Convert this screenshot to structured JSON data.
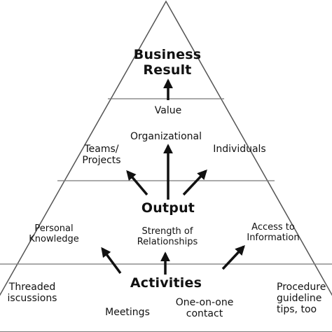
{
  "pyramid": {
    "top_level": {
      "title": "Business\nResult"
    },
    "value_level": {
      "title": "Value",
      "items": [
        "Organizational",
        "Teams/\nProjects",
        "Individuals"
      ]
    },
    "output_level": {
      "title": "Output",
      "items": [
        "Personal\nKnowledge",
        "Strength of\nRelationships",
        "Access to\nInformation"
      ]
    },
    "activities_level": {
      "title": "Activities",
      "items": [
        "Threaded\niscussions",
        "Meetings",
        "One-on-one\ncontact",
        "Procedure\nguideline\ntips, too"
      ]
    }
  },
  "colors": {
    "ink": "#111111",
    "line": "#555555",
    "background": "#ffffff"
  }
}
